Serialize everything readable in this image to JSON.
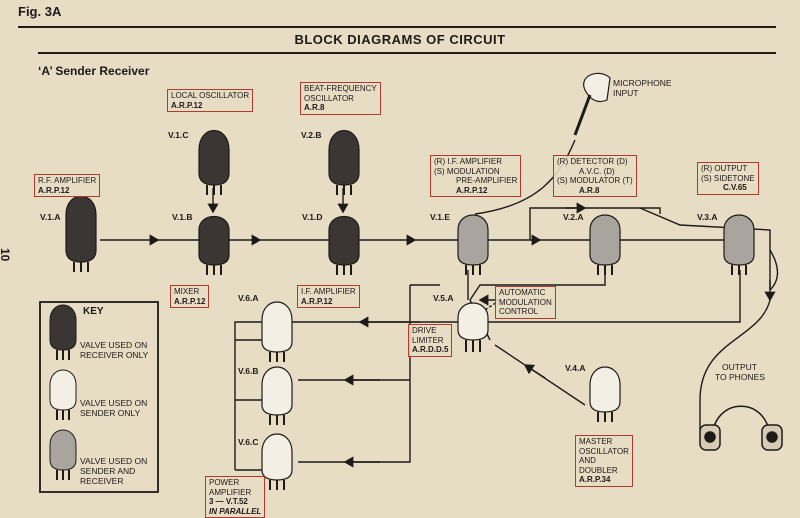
{
  "fig_label": "Fig. 3A",
  "title": "BLOCK DIAGRAMS OF CIRCUIT",
  "subtitle": "‘A’ Sender Receiver",
  "page_number": "10",
  "colors": {
    "receiver_valve": "#3b3533",
    "sender_valve": "#f4efe4",
    "both_valve": "#a9a49e",
    "box_border": "#b03a2e",
    "paper": "#e7dcc4"
  },
  "boxes": {
    "rf_amp": {
      "line1": "R.F. AMPLIFIER",
      "line2": "A.R.P.12"
    },
    "local_osc": {
      "line1": "LOCAL OSCILLATOR",
      "line2": "A.R.P.12"
    },
    "bfo": {
      "line1": "BEAT-FREQUENCY",
      "line2": "OSCILLATOR",
      "line3": "A.R.8"
    },
    "if_mod": {
      "line1": "(R)  I.F. AMPLIFIER",
      "line2": "(S)  MODULATION",
      "line3": "PRE-AMPLIFIER",
      "line4": "A.R.P.12"
    },
    "detector": {
      "line1": "(R)  DETECTOR   (D)",
      "line2": "A.V.C.          (D)",
      "line3": "(S)  MODULATOR  (T)",
      "line4": "A.R.8"
    },
    "output": {
      "line1": "(R)  OUTPUT",
      "line2": "(S)  SIDETONE",
      "line3": "C.V.65"
    },
    "mixer": {
      "line1": "MIXER",
      "line2": "A.R.P.12"
    },
    "if_amp": {
      "line1": "I.F. AMPLIFIER",
      "line2": "A.R.P.12"
    },
    "amc": {
      "line1": "AUTOMATIC",
      "line2": "MODULATION",
      "line3": "CONTROL"
    },
    "drive_limiter": {
      "line1": "DRIVE",
      "line2": "LIMITER",
      "line3": "A.R.D.D.5"
    },
    "master_osc": {
      "line1": "MASTER",
      "line2": "OSCILLATOR",
      "line3": "AND",
      "line4": "DOUBLER",
      "line5": "A.R.P.34"
    },
    "power_amp": {
      "line1": "POWER",
      "line2": "AMPLIFIER",
      "line3": "3 — V.T.52",
      "line4": "IN PARALLEL"
    }
  },
  "valve_labels": {
    "v1a": "V.1.A",
    "v1b": "V.1.B",
    "v1c": "V.1.C",
    "v1d": "V.1.D",
    "v1e": "V.1.E",
    "v2a": "V.2.A",
    "v2b": "V.2.B",
    "v3a": "V.3.A",
    "v4a": "V.4.A",
    "v5a": "V.5.A",
    "v6a": "V.6.A",
    "v6b": "V.6.B",
    "v6c": "V.6.C"
  },
  "microphone_label": {
    "line1": "MICROPHONE",
    "line2": "INPUT"
  },
  "phones_label": {
    "line1": "OUTPUT",
    "line2": "TO PHONES"
  },
  "key": {
    "title": "KEY",
    "items": [
      {
        "line1": "VALVE USED ON",
        "line2": "RECEIVER ONLY",
        "type": "receiver"
      },
      {
        "line1": "VALVE USED ON",
        "line2": "SENDER ONLY",
        "type": "sender"
      },
      {
        "line1": "VALVE USED ON",
        "line2": "SENDER AND",
        "line3": "RECEIVER",
        "type": "both"
      }
    ]
  }
}
